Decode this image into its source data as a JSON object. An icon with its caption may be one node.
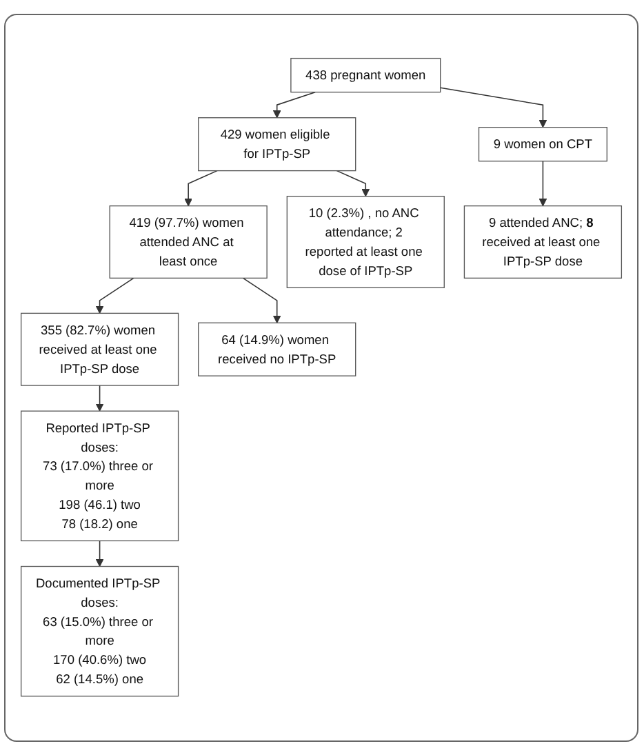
{
  "diagram": {
    "nodes": [
      {
        "text": [
          "438 pregnant women"
        ]
      },
      {
        "text": [
          "9 women on CPT"
        ]
      },
      {
        "text": [
          "9 attended ANC; **8** received at least one IPTp-SP dose"
        ]
      },
      {
        "text": [
          "429 women eligible for IPTp-SP"
        ]
      },
      {
        "text": [
          "10 (2.3%) , no ANC attendance; 2 reported at least one dose of IPTp-SP"
        ]
      },
      {
        "text": [
          "419 (97.7%) women attended ANC at least once"
        ]
      },
      {
        "text": [
          "64 (14.9%) women received no IPTp-SP"
        ]
      },
      {
        "text": [
          "355 (82.7%) women received at least one IPTp-SP dose"
        ]
      },
      {
        "text": [
          "Reported IPTp-SP doses:",
          "73 (17.0%) three or more",
          "198 (46.1) two",
          "78 (18.2) one"
        ]
      },
      {
        "text": [
          "Documented IPTp-SP doses:",
          "63 (15.0%) three or more",
          "170 (40.6%) two",
          "62 (14.5%) one"
        ]
      }
    ],
    "edges": [
      {
        "from": 0,
        "to": 3,
        "arrow": "to"
      },
      {
        "from": 0,
        "to": 1,
        "arrow": "to"
      },
      {
        "from": 1,
        "to": 2,
        "arrow": "to"
      },
      {
        "from": 3,
        "to": 5,
        "arrow": "to"
      },
      {
        "from": 3,
        "to": 4,
        "arrow": "to"
      },
      {
        "from": 5,
        "to": 7,
        "arrow": "to"
      },
      {
        "from": 5,
        "to": 6,
        "arrow": "to"
      },
      {
        "from": 7,
        "to": 8,
        "arrow": "to"
      },
      {
        "from": 8,
        "to": 9,
        "arrow": "to"
      }
    ]
  }
}
